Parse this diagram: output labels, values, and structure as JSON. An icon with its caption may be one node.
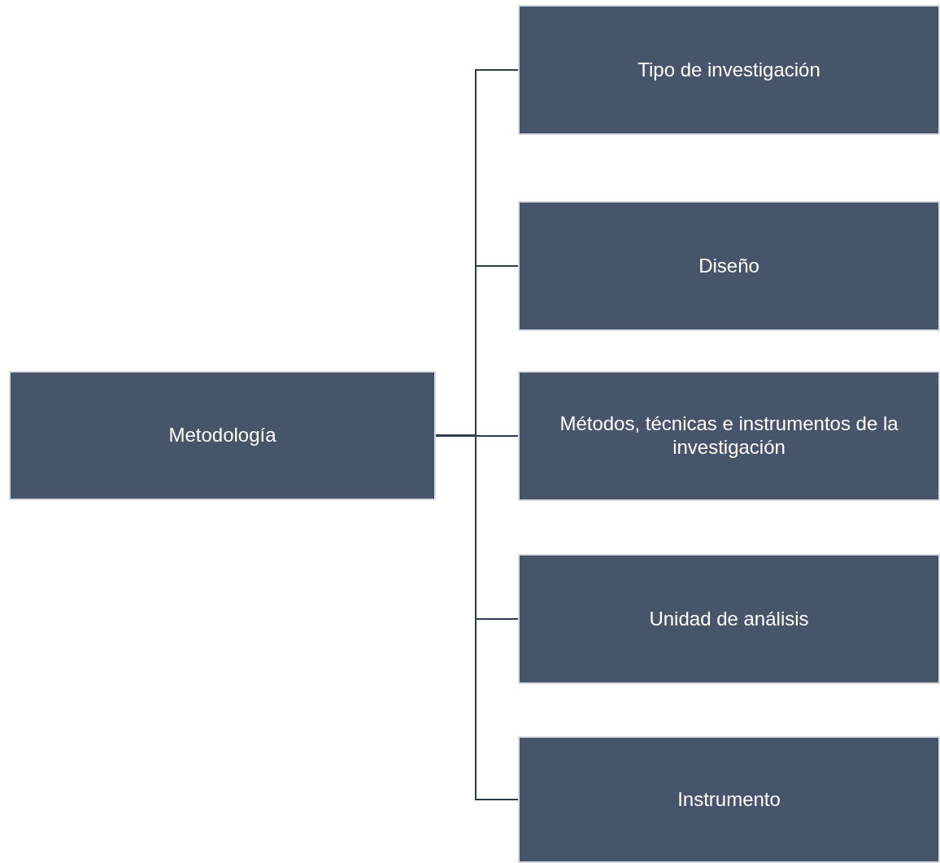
{
  "diagram": {
    "nodes": [
      {
        "text": [
          "Metodología"
        ]
      },
      {
        "text": [
          "Tipo de investigación"
        ]
      },
      {
        "text": [
          "Diseño"
        ]
      },
      {
        "text": [
          "Métodos, técnicas e instrumentos de la investigación"
        ]
      },
      {
        "text": [
          "Unidad de análisis"
        ]
      },
      {
        "text": [
          "Instrumento"
        ]
      }
    ],
    "edges": [
      {
        "from": 0,
        "to": 1,
        "arrow": "none"
      },
      {
        "from": 0,
        "to": 2,
        "arrow": "none"
      },
      {
        "from": 0,
        "to": 3,
        "arrow": "none"
      },
      {
        "from": 0,
        "to": 4,
        "arrow": "none"
      },
      {
        "from": 0,
        "to": 5,
        "arrow": "none"
      }
    ]
  }
}
